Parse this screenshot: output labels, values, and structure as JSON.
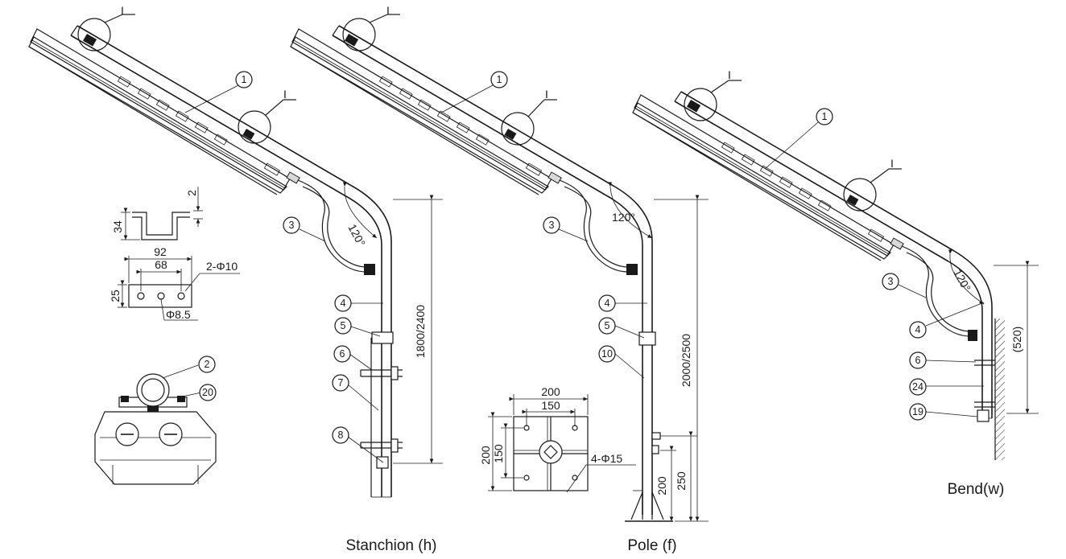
{
  "captions": {
    "stanchion": "Stanchion (h)",
    "pole": "Pole (f)",
    "bend": "Bend(w)"
  },
  "detail_marker": "I",
  "angle": "120°",
  "part_numbers": {
    "p1": "1",
    "p2": "2",
    "p3": "3",
    "p4": "4",
    "p5": "5",
    "p6": "6",
    "p7": "7",
    "p8": "8",
    "p10": "10",
    "p19": "19",
    "p20": "20",
    "p24": "24"
  },
  "dimensions": {
    "stanchion_height": "1800/2400",
    "pole_height": "2000/2500",
    "pole_250": "250",
    "pole_200": "200",
    "bend_height": "(520)",
    "bracket_2": "2",
    "bracket_34": "34",
    "bracket_92": "92",
    "bracket_68": "68",
    "bracket_25": "25",
    "bracket_holes": "2-Φ10",
    "bracket_hole2": "Φ8.5",
    "base_200": "200",
    "base_150": "150",
    "base_200v": "200",
    "base_150v": "150",
    "base_holes": "4-Φ15"
  }
}
